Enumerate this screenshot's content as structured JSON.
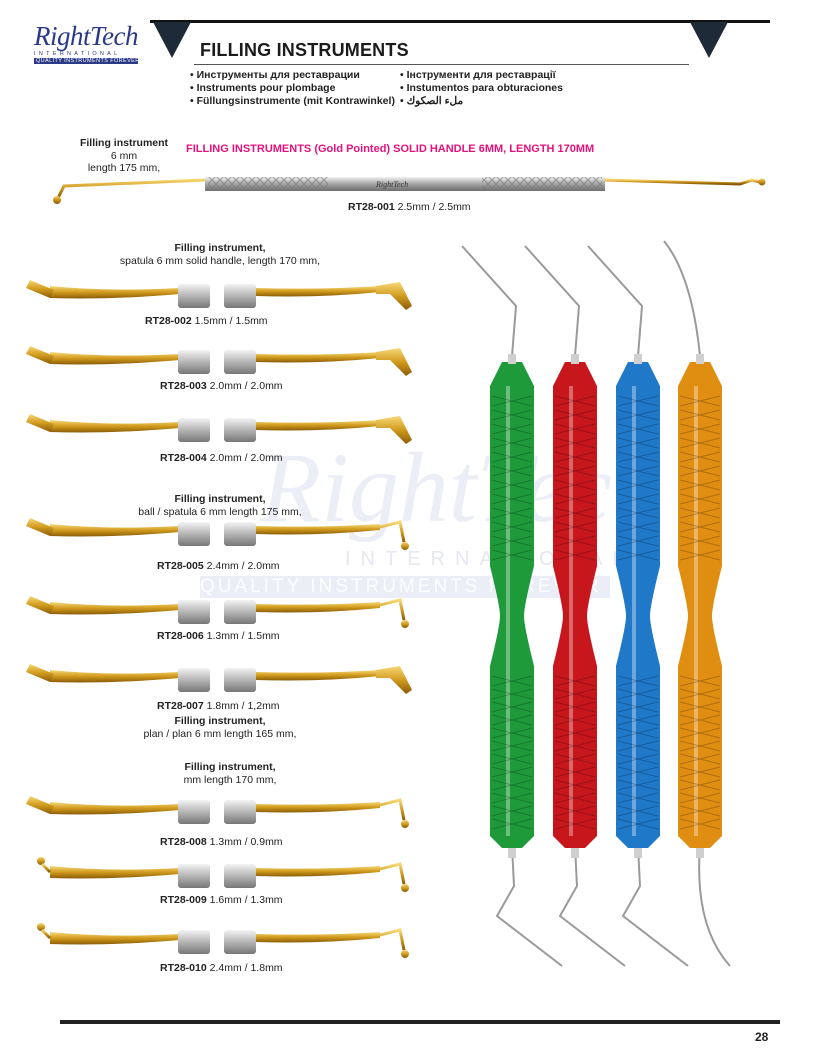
{
  "logo": {
    "word": "RightTech",
    "sub1": "INTERNATIONAL",
    "sub2": "QUALITY INSTRUMENTS FOREVER"
  },
  "header": {
    "title": "FILLING INSTRUMENTS",
    "languages_left": [
      "Инструменты для реставрации",
      "Instruments pour plombage",
      "Füllungsinstrumente (mit Kontrawinkel)"
    ],
    "languages_right": [
      "Інструменти для реставрації",
      "Instumentos para obturaciones",
      "ملء الصكوك"
    ]
  },
  "top_instrument": {
    "title": "Filling instrument",
    "spec_line1": "6 mm",
    "spec_line2": "length 175 mm,",
    "headline": "FILLING INSTRUMENTS (Gold Pointed) SOLID HANDLE 6MM, LENGTH 170MM",
    "code": "RT28-001",
    "size": "2.5mm / 2.5mm",
    "handle_brand": "RightTech"
  },
  "groups": [
    {
      "title": "Filling instrument,",
      "spec": "spatula 6 mm solid handle, length 170 mm,"
    },
    {
      "title": "Filling instrument,",
      "spec": "ball / spatula 6 mm length 175 mm,"
    },
    {
      "title": "Filling instrument,",
      "spec": "plan / plan 6 mm length 165 mm,"
    },
    {
      "title": "Filling instrument,",
      "spec": "mm length 170 mm,"
    }
  ],
  "items": [
    {
      "code": "RT28-002",
      "size": "1.5mm / 1.5mm"
    },
    {
      "code": "RT28-003",
      "size": "2.0mm / 2.0mm"
    },
    {
      "code": "RT28-004",
      "size": "2.0mm / 2.0mm"
    },
    {
      "code": "RT28-005",
      "size": "2.4mm / 2.0mm"
    },
    {
      "code": "RT28-006",
      "size": "1.3mm / 1.5mm"
    },
    {
      "code": "RT28-007",
      "size": "1.8mm / 1,2mm"
    },
    {
      "code": "RT28-008",
      "size": "1.3mm / 0.9mm"
    },
    {
      "code": "RT28-009",
      "size": "1.6mm / 1.3mm"
    },
    {
      "code": "RT28-010",
      "size": "2.4mm / 1.8mm"
    }
  ],
  "watermark": {
    "word": "RightTech",
    "line2": "INTERNATIONAL",
    "line3": "QUALITY INSTRUMENTS FOREVER"
  },
  "handle_colors": [
    "#1e9a3a",
    "#c8161d",
    "#1f78c8",
    "#e08e12"
  ],
  "colors": {
    "accent": "#e5127d",
    "brand": "#2b3a86",
    "gold": "#d9a520"
  },
  "page_number": "28"
}
